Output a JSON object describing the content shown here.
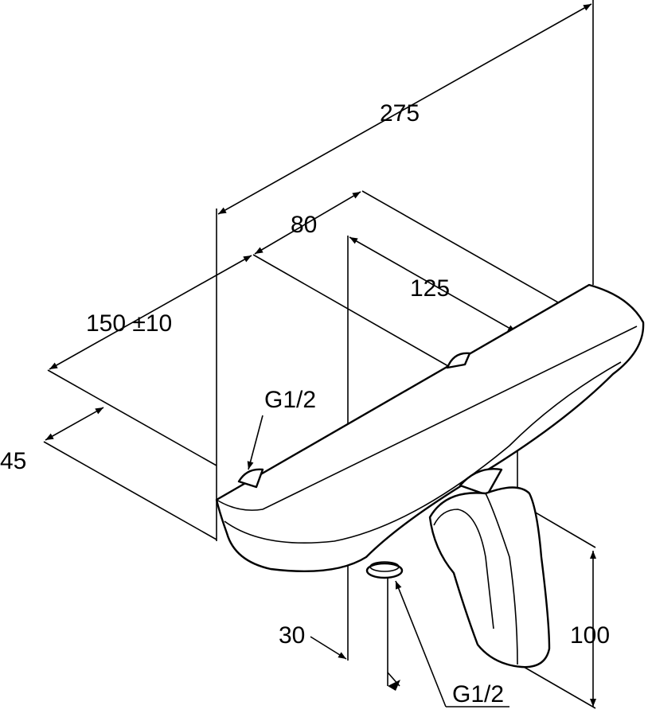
{
  "drawing": {
    "dimensions": {
      "overall_length": "275",
      "connection_spacing": "80",
      "outlet_offset": "125",
      "wall_distance": "150 ±10",
      "depth": "45",
      "outlet_projection": "30",
      "handle_height": "100"
    },
    "connections": {
      "inlet_thread": "G1/2",
      "outlet_thread": "G1/2"
    }
  }
}
